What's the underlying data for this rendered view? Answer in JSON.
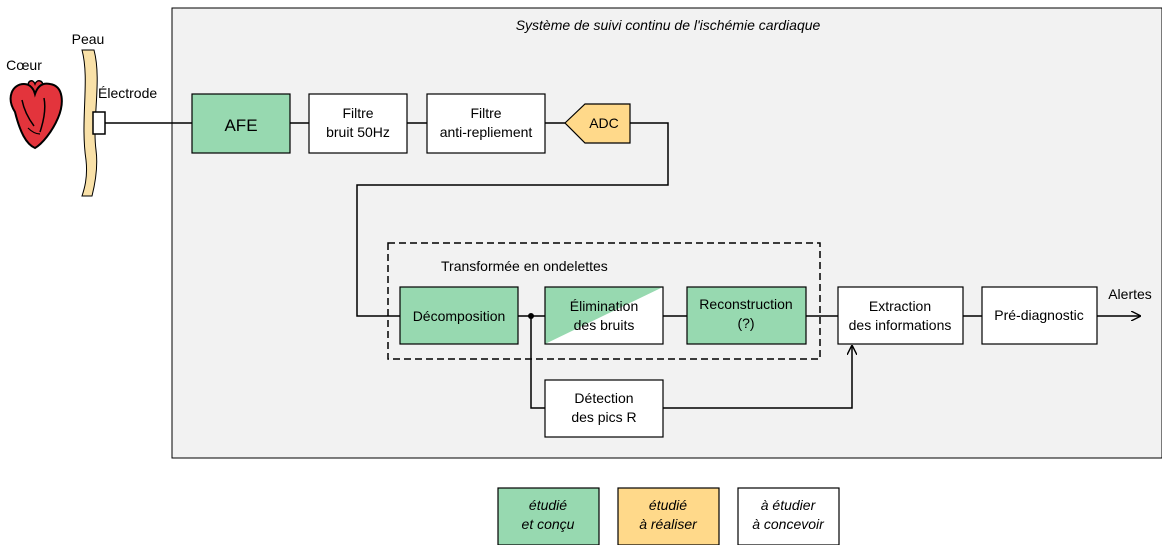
{
  "system": {
    "title": "Système de suivi continu de l'ischémie cardiaque"
  },
  "anatomy": {
    "heart_label": "Cœur",
    "skin_label": "Peau",
    "electrode_label": "Électrode"
  },
  "blocks": {
    "afe": "AFE",
    "filter50": [
      "Filtre",
      "bruit 50Hz"
    ],
    "antialias": [
      "Filtre",
      "anti-repliement"
    ],
    "adc": "ADC",
    "wavelet_group": "Transformée en ondelettes",
    "decomposition": "Décomposition",
    "noise_removal": [
      "Élimination",
      "des bruits"
    ],
    "reconstruction": [
      "Reconstruction",
      "(?)"
    ],
    "extraction": [
      "Extraction",
      "des informations"
    ],
    "prediagnostic": "Pré-diagnostic",
    "rpeak": [
      "Détection",
      "des pics R"
    ],
    "alerts": "Alertes"
  },
  "legend": {
    "studied": [
      "étudié",
      "et conçu"
    ],
    "to_implement": [
      "étudié",
      "à réaliser"
    ],
    "to_study": [
      "à étudier",
      "à concevoir"
    ]
  },
  "colors": {
    "green": "#97d9b0",
    "orange": "#ffd98a",
    "panel": "#f2f2f2",
    "heart": "#e3343c"
  }
}
